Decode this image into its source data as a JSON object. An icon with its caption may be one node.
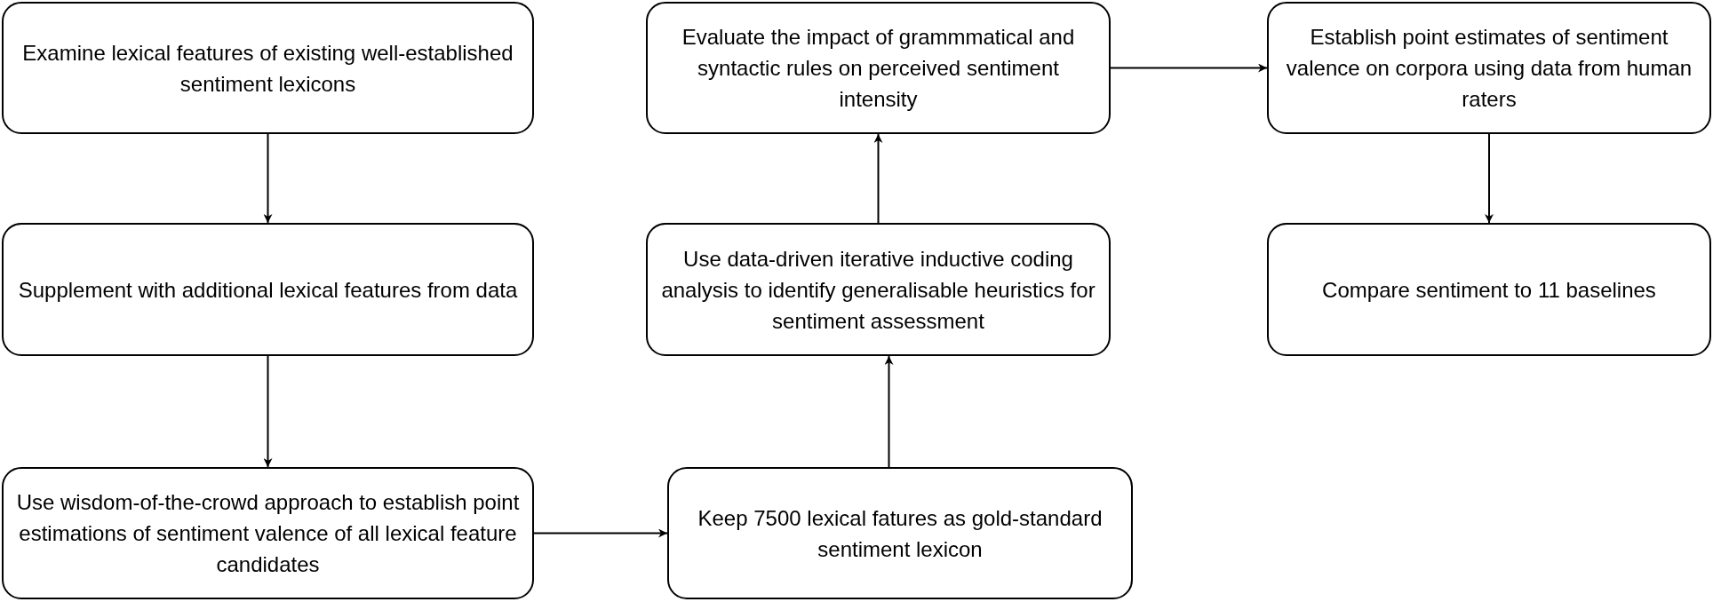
{
  "diagram": {
    "nodes": [
      {
        "text": [
          "Examine lexical features of existing well-established sentiment lexicons"
        ]
      },
      {
        "text": [
          "Supplement with additional lexical features from data"
        ]
      },
      {
        "text": [
          "Use wisdom-of-the-crowd approach to establish point estimations of sentiment valence of all lexical feature candidates"
        ]
      },
      {
        "text": [
          "Keep 7500 lexical fatures as gold-standard sentiment lexicon"
        ]
      },
      {
        "text": [
          "Use data-driven iterative inductive coding analysis to identify generalisable heuristics for sentiment assessment"
        ]
      },
      {
        "text": [
          "Evaluate the impact of grammmatical and syntactic rules on perceived sentiment intensity"
        ]
      },
      {
        "text": [
          "Establish point estimates of sentiment valence on corpora using data from human raters"
        ]
      },
      {
        "text": [
          "Compare sentiment to 11 baselines"
        ]
      }
    ],
    "edges": [
      {
        "from": 0,
        "to": 1,
        "arrow": "to"
      },
      {
        "from": 1,
        "to": 2,
        "arrow": "to"
      },
      {
        "from": 2,
        "to": 3,
        "arrow": "to"
      },
      {
        "from": 3,
        "to": 4,
        "arrow": "to"
      },
      {
        "from": 4,
        "to": 5,
        "arrow": "to"
      },
      {
        "from": 5,
        "to": 6,
        "arrow": "to"
      },
      {
        "from": 6,
        "to": 7,
        "arrow": "to"
      }
    ]
  }
}
